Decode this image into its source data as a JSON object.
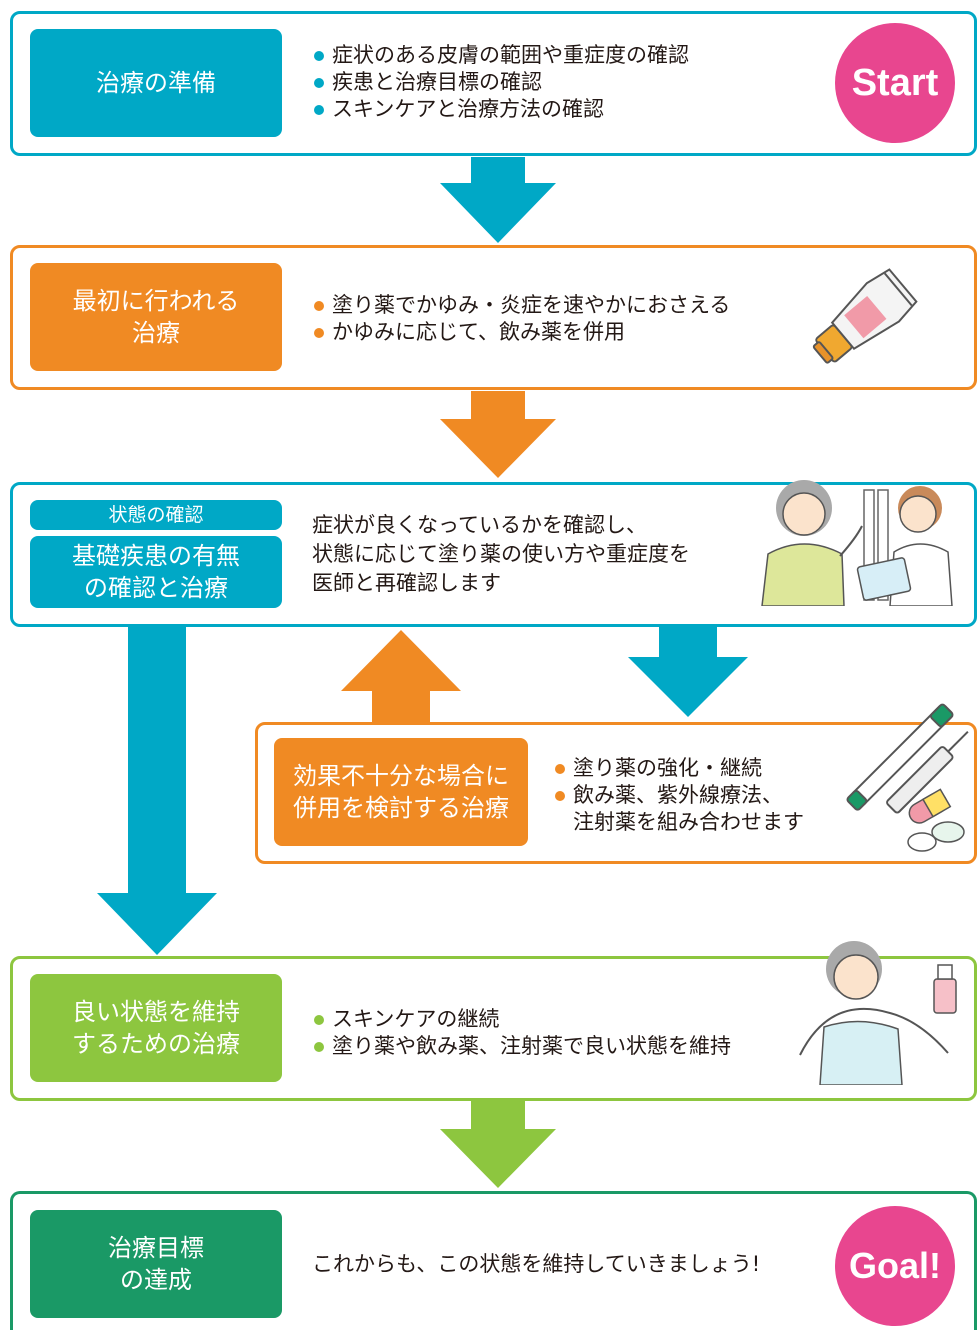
{
  "colors": {
    "cyan": "#00a8c6",
    "orange": "#f08a23",
    "lime": "#8dc63f",
    "green": "#1a9966",
    "pink": "#e8468f"
  },
  "steps": {
    "prep": {
      "label": "治療の準備",
      "items": [
        "症状のある皮膚の範囲や重症度の確認",
        "疾患と治療目標の確認",
        "スキンケアと治療方法の確認"
      ],
      "badge": "Start"
    },
    "initial": {
      "label": "最初に行われる\n治療",
      "items": [
        "塗り薬でかゆみ・炎症を速やかにおさえる",
        "かゆみに応じて、飲み薬を併用"
      ],
      "icon": "ointment-tube-icon"
    },
    "check": {
      "label_top": "状態の確認",
      "label_bottom": "基礎疾患の有無\nの確認と治療",
      "text": "症状が良くなっているかを確認し、\n状態に応じて塗り薬の使い方や重症度を\n医師と再確認します",
      "icon": "doctor-consultation-icon"
    },
    "combo": {
      "label": "効果不十分な場合に\n併用を検討する治療",
      "items": [
        "塗り薬の強化・継続",
        "飲み薬、紫外線療法、\n注射薬を組み合わせます"
      ],
      "icon": "injection-pills-icon"
    },
    "maintain": {
      "label": "良い状態を維持\nするための治療",
      "items": [
        "スキンケアの継続",
        "塗り薬や飲み薬、注射薬で良い状態を維持"
      ],
      "icon": "woman-applying-lotion-icon"
    },
    "goal": {
      "label": "治療目標\nの達成",
      "text": "これからも、この状態を維持していきましょう!",
      "badge": "Goal!"
    }
  }
}
